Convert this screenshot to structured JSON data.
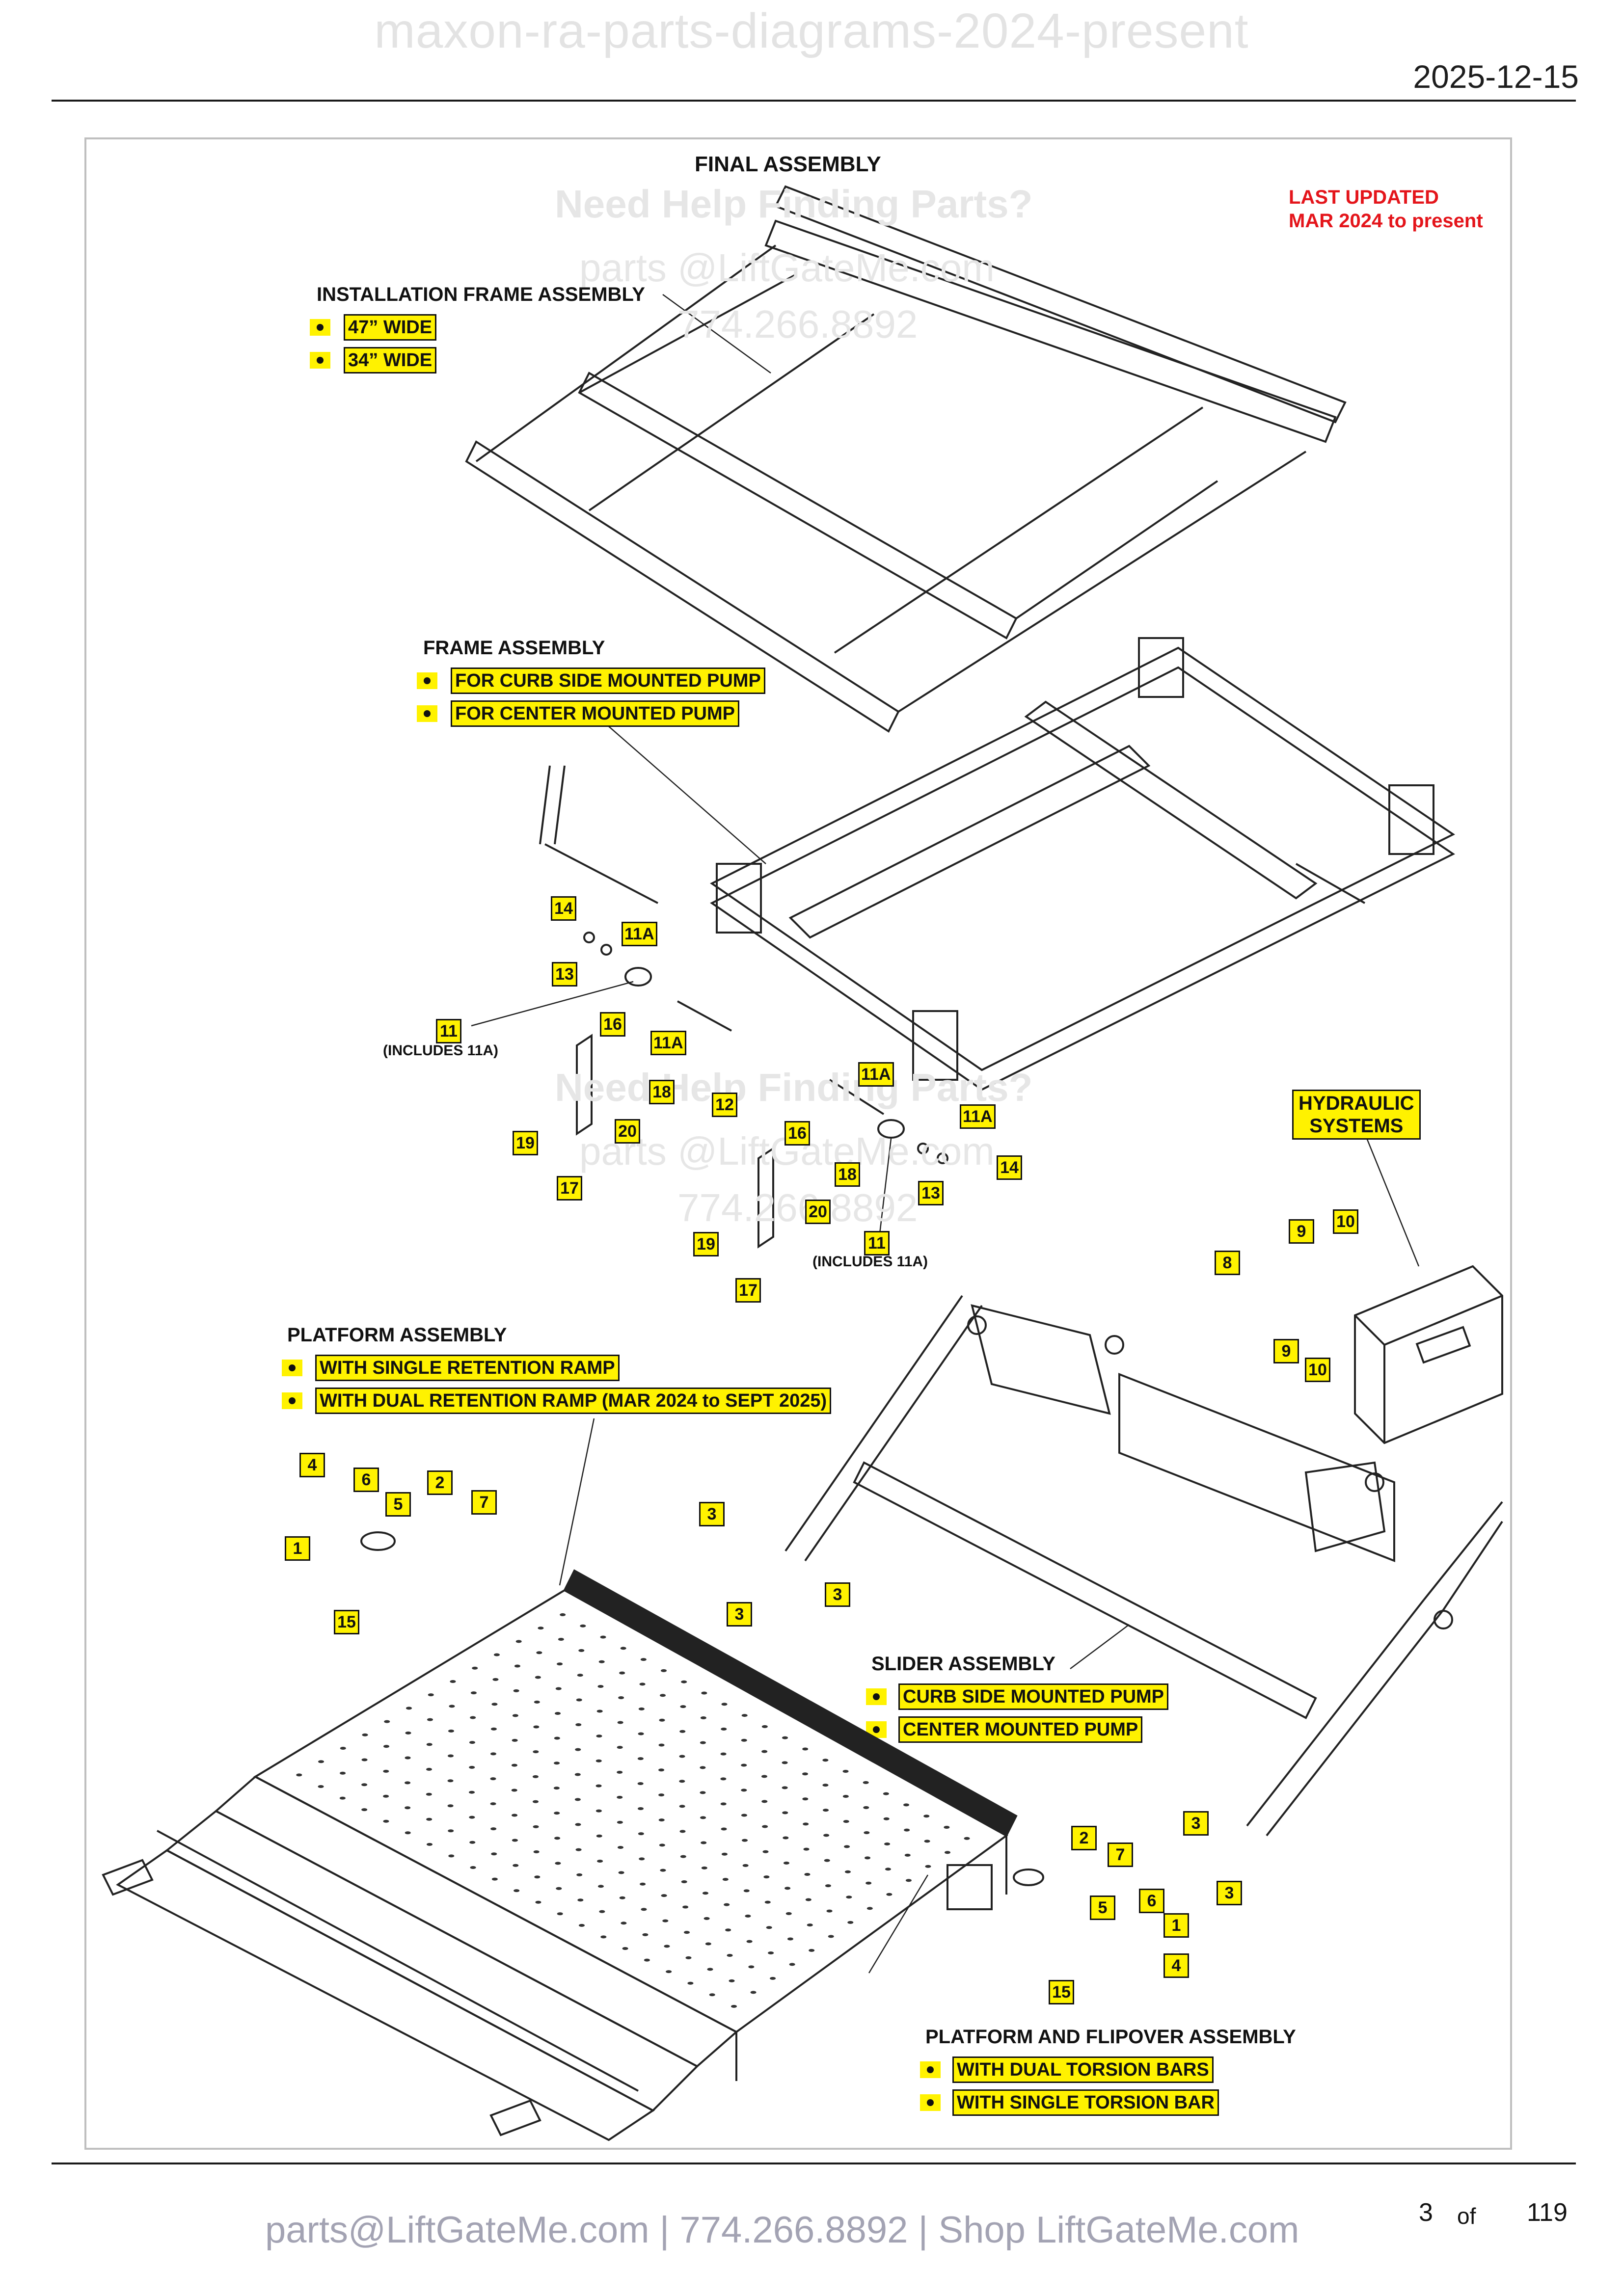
{
  "watermark_top": "maxon-ra-parts-diagrams-2024-present",
  "date": "2025-12-15",
  "title": "FINAL ASSEMBLY",
  "last_updated": {
    "line1": "LAST UPDATED",
    "line2": "MAR 2024 to present"
  },
  "watermark_help": {
    "line1": "Need Help Finding Parts?",
    "line2": "parts @LiftGateMe.com",
    "line3": "774.266.8892"
  },
  "installation_frame": {
    "title": "INSTALLATION FRAME ASSEMBLY",
    "options": [
      "47” WIDE",
      "34” WIDE"
    ]
  },
  "frame_assembly": {
    "title": "FRAME ASSEMBLY",
    "options": [
      "FOR CURB SIDE MOUNTED PUMP",
      "FOR CENTER MOUNTED PUMP"
    ]
  },
  "hydraulic": {
    "line1": "HYDRAULIC",
    "line2": "SYSTEMS"
  },
  "platform_assembly": {
    "title": "PLATFORM ASSEMBLY",
    "options": [
      "WITH SINGLE RETENTION RAMP",
      "WITH DUAL RETENTION RAMP (MAR 2024 to SEPT 2025)"
    ]
  },
  "slider_assembly": {
    "title": "SLIDER ASSEMBLY",
    "options": [
      "CURB SIDE MOUNTED PUMP",
      "CENTER MOUNTED PUMP"
    ]
  },
  "flipover_assembly": {
    "title": "PLATFORM AND FLIPOVER ASSEMBLY",
    "options": [
      "WITH DUAL TORSION BARS",
      "WITH SINGLE TORSION BAR"
    ]
  },
  "includes_note": "(INCLUDES 11A)",
  "callouts": [
    "14",
    "11A",
    "13",
    "11",
    "16",
    "11A",
    "18",
    "12",
    "20",
    "19",
    "17",
    "11A",
    "11A",
    "16",
    "18",
    "14",
    "13",
    "20",
    "19",
    "11",
    "17",
    "10",
    "9",
    "8",
    "9",
    "10",
    "4",
    "6",
    "5",
    "2",
    "7",
    "1",
    "15",
    "3",
    "3",
    "3",
    "3",
    "3",
    "2",
    "7",
    "5",
    "6",
    "1",
    "4",
    "15"
  ],
  "footer": "parts@LiftGateMe.com | 774.266.8892 | Shop LiftGateMe.com",
  "page": {
    "current": "3",
    "of": "of",
    "total": "119"
  }
}
